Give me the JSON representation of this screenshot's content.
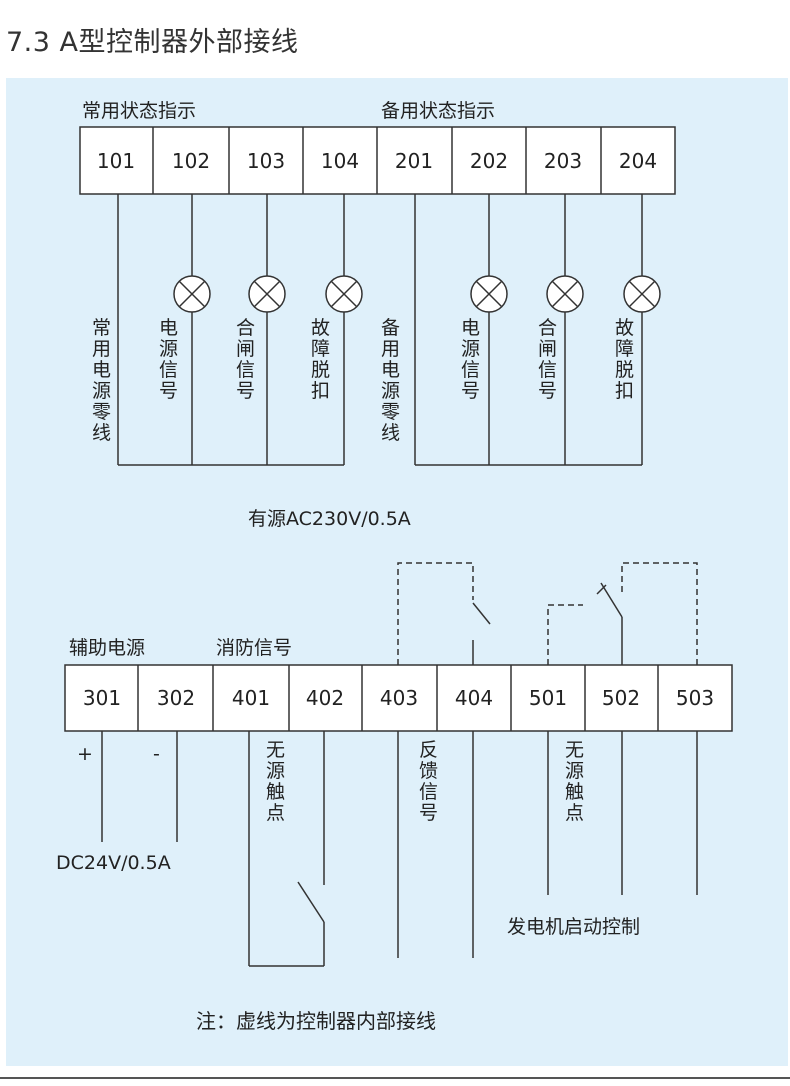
{
  "title": "7.3 A型控制器外部接线",
  "top_block": {
    "group_left": "常用状态指示",
    "group_right": "备用状态指示",
    "terminals": [
      "101",
      "102",
      "103",
      "104",
      "201",
      "202",
      "203",
      "204"
    ],
    "wire_labels": [
      "常用电源零线",
      "电源信号",
      "合闸信号",
      "故障脱扣",
      "备用电源零线",
      "电源信号",
      "合闸信号",
      "故障脱扣"
    ],
    "supply": "有源AC230V/0.5A"
  },
  "bottom_block": {
    "group_aux": "辅助电源",
    "group_fire": "消防信号",
    "terminals": [
      "301",
      "302",
      "401",
      "402",
      "403",
      "404",
      "501",
      "502",
      "503"
    ],
    "plus": "+",
    "minus": "-",
    "dc_supply": "DC24V/0.5A",
    "passive_contact_1": "无源触点",
    "feedback_signal": "反馈信号",
    "passive_contact_2": "无源触点",
    "generator_control": "发电机启动控制"
  },
  "note": "注：虚线为控制器内部接线"
}
